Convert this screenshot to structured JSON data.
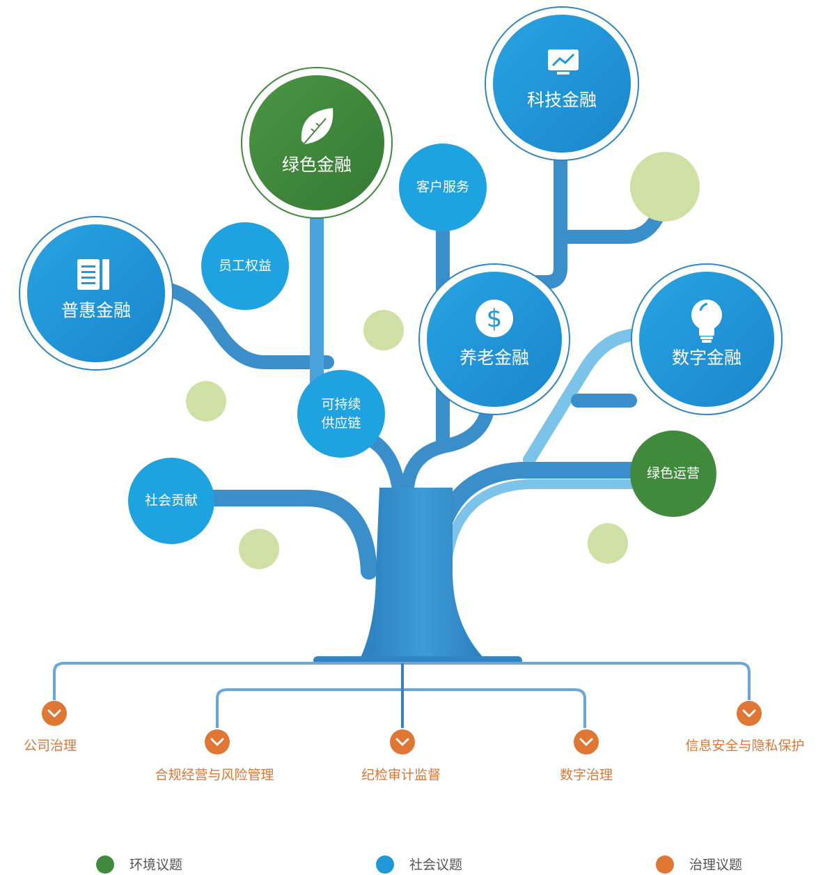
{
  "colors": {
    "environment": "#3f8a3b",
    "social": "#1f97d9",
    "governance": "#e07634",
    "trunk": "#2f86c3",
    "accent_light_green": "#cfe0a4",
    "root_line": "#6aa6d8"
  },
  "big_nodes": [
    {
      "id": "puhui",
      "label": "普惠金融",
      "category": "social",
      "icon": "document-icon"
    },
    {
      "id": "lvse",
      "label": "绿色金融",
      "category": "environment",
      "icon": "leaf-icon"
    },
    {
      "id": "keji",
      "label": "科技金融",
      "category": "social",
      "icon": "chart-monitor-icon"
    },
    {
      "id": "yanglao",
      "label": "养老金融",
      "category": "social",
      "icon": "dollar-icon"
    },
    {
      "id": "shuzi",
      "label": "数字金融",
      "category": "social",
      "icon": "lightbulb-icon"
    }
  ],
  "small_nodes": [
    {
      "id": "yuangong",
      "lines": [
        "员工权益"
      ],
      "category": "social"
    },
    {
      "id": "kehu",
      "lines": [
        "客户服务"
      ],
      "category": "social"
    },
    {
      "id": "gongying",
      "lines": [
        "可持续",
        "供应链"
      ],
      "category": "social"
    },
    {
      "id": "shehui",
      "lines": [
        "社会贡献"
      ],
      "category": "social"
    },
    {
      "id": "lvseyunying",
      "lines": [
        "绿色运营"
      ],
      "category": "environment"
    }
  ],
  "governance_items": [
    {
      "id": "gongsi",
      "label": "公司治理"
    },
    {
      "id": "hegui",
      "label": "合规经营与风险管理"
    },
    {
      "id": "jijian",
      "label": "纪检审计监督"
    },
    {
      "id": "shuzizhili",
      "label": "数字治理"
    },
    {
      "id": "xinxi",
      "label": "信息安全与隐私保护"
    }
  ],
  "legend": [
    {
      "label": "环境议题",
      "category": "environment"
    },
    {
      "label": "社会议题",
      "category": "social"
    },
    {
      "label": "治理议题",
      "category": "governance"
    }
  ]
}
